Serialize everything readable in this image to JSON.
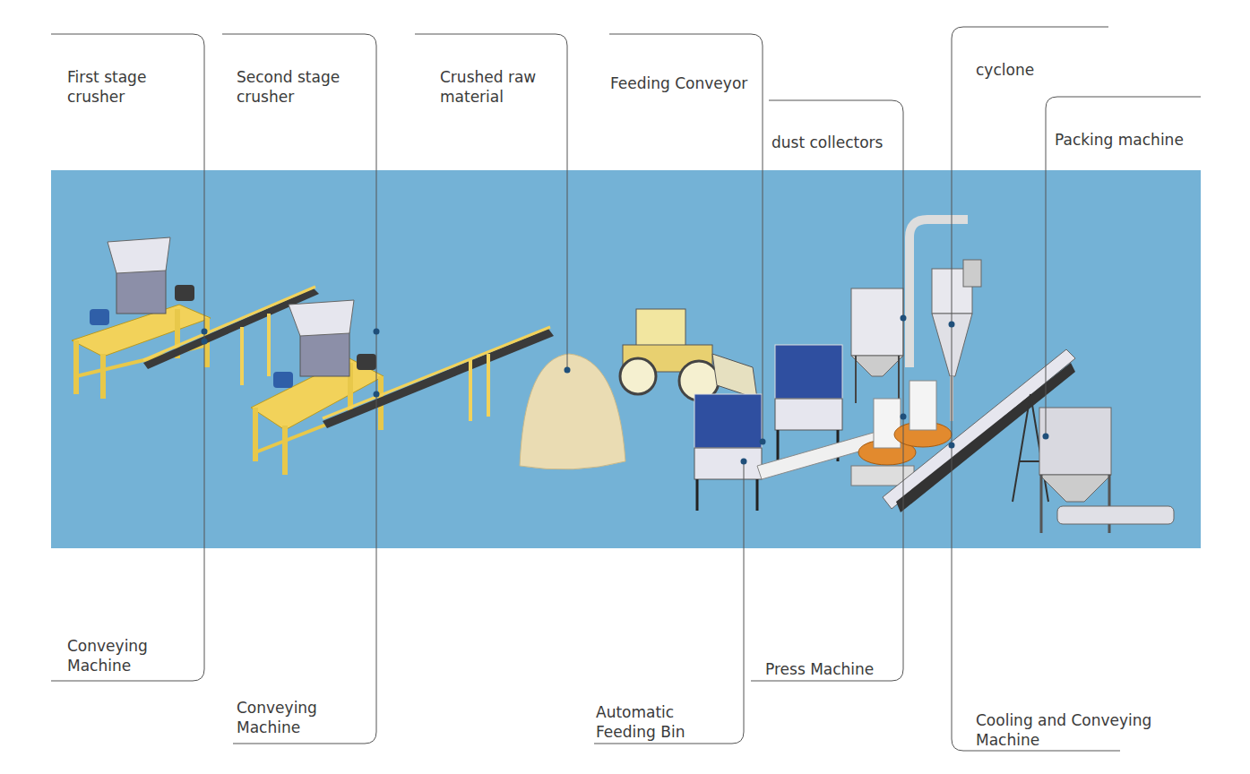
{
  "diagram": {
    "labels": [
      "First stage crusher",
      "Second stage crusher",
      "Crushed raw material",
      "Feeding Conveyor",
      "dust collectors",
      "cyclone",
      "Packing machine",
      "Conveying Machine",
      "Conveying Machine",
      "Automatic Feeding Bin",
      "Press Machine",
      "Cooling and Conveying Machine"
    ]
  }
}
